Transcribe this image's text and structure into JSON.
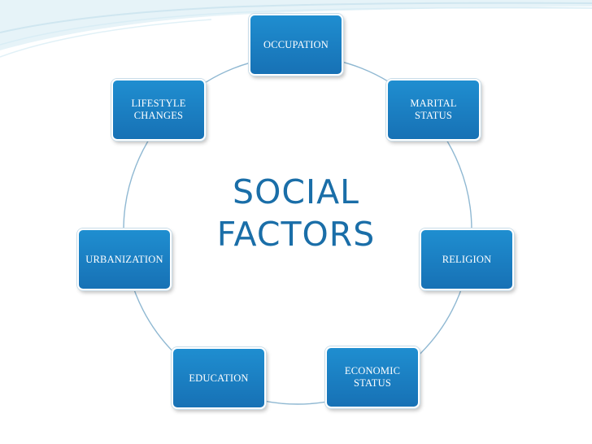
{
  "diagram": {
    "center_title": "SOCIAL\nFACTORS",
    "nodes": [
      {
        "label": "OCCUPATION"
      },
      {
        "label": "MARITAL\nSTATUS"
      },
      {
        "label": "RELIGION"
      },
      {
        "label": "ECONOMIC\nSTATUS"
      },
      {
        "label": "EDUCATION"
      },
      {
        "label": "URBANIZATION"
      },
      {
        "label": "LIFESTYLE\nCHANGES"
      }
    ]
  },
  "colors": {
    "node_fill": "#1a80c4",
    "title_text": "#1a6ea8",
    "ring_line": "#8fb8d2",
    "background_wave": "#d7ecf4"
  }
}
